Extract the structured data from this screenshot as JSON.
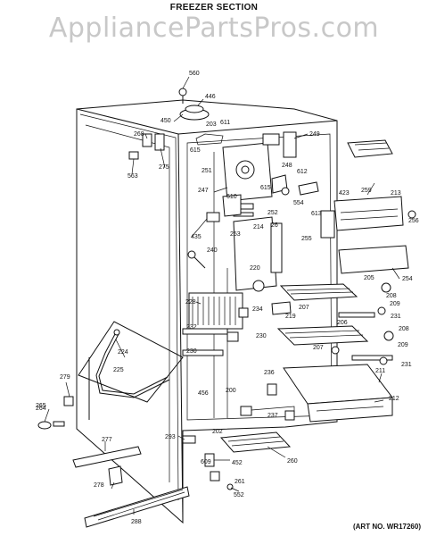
{
  "header": {
    "section_title": "FREEZER SECTION",
    "watermark": "AppliancePartsPros.com"
  },
  "footer": {
    "art_number": "(ART NO. WR17260)"
  },
  "parts": [
    {
      "id": "560"
    },
    {
      "id": "446"
    },
    {
      "id": "450"
    },
    {
      "id": "203"
    },
    {
      "id": "611"
    },
    {
      "id": "268"
    },
    {
      "id": "275"
    },
    {
      "id": "563"
    },
    {
      "id": "615"
    },
    {
      "id": "251"
    },
    {
      "id": "249"
    },
    {
      "id": "248"
    },
    {
      "id": "612"
    },
    {
      "id": "247"
    },
    {
      "id": "610"
    },
    {
      "id": "615"
    },
    {
      "id": "554"
    },
    {
      "id": "423"
    },
    {
      "id": "613"
    },
    {
      "id": "252"
    },
    {
      "id": "213"
    },
    {
      "id": "259"
    },
    {
      "id": "256"
    },
    {
      "id": "435"
    },
    {
      "id": "253"
    },
    {
      "id": "214"
    },
    {
      "id": "26"
    },
    {
      "id": "255"
    },
    {
      "id": "240"
    },
    {
      "id": "220"
    },
    {
      "id": "254"
    },
    {
      "id": "205"
    },
    {
      "id": "208"
    },
    {
      "id": "228"
    },
    {
      "id": "234"
    },
    {
      "id": "207"
    },
    {
      "id": "209"
    },
    {
      "id": "219"
    },
    {
      "id": "231"
    },
    {
      "id": "232"
    },
    {
      "id": "206"
    },
    {
      "id": "208"
    },
    {
      "id": "224"
    },
    {
      "id": "230"
    },
    {
      "id": "230"
    },
    {
      "id": "207"
    },
    {
      "id": "209"
    },
    {
      "id": "225"
    },
    {
      "id": "231"
    },
    {
      "id": "211"
    },
    {
      "id": "279"
    },
    {
      "id": "236"
    },
    {
      "id": "456"
    },
    {
      "id": "200"
    },
    {
      "id": "212"
    },
    {
      "id": "264"
    },
    {
      "id": "265"
    },
    {
      "id": "237"
    },
    {
      "id": "202"
    },
    {
      "id": "277"
    },
    {
      "id": "293"
    },
    {
      "id": "260"
    },
    {
      "id": "609"
    },
    {
      "id": "452"
    },
    {
      "id": "278"
    },
    {
      "id": "261"
    },
    {
      "id": "552"
    },
    {
      "id": "288"
    }
  ]
}
